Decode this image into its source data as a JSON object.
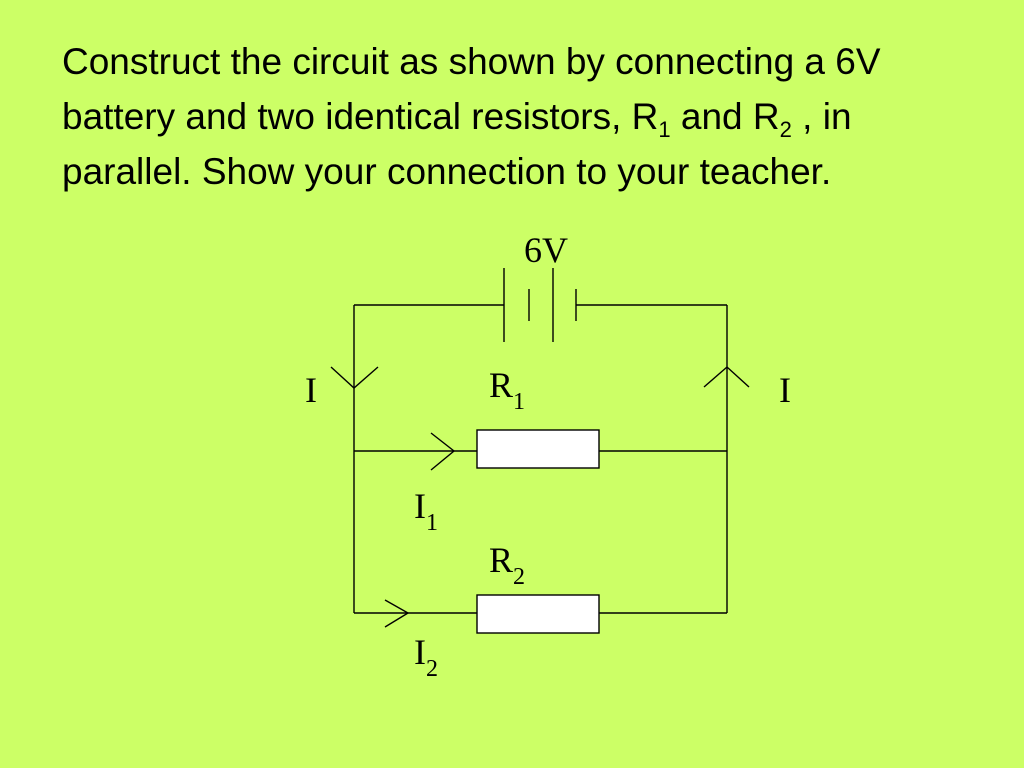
{
  "slide": {
    "instruction_parts": [
      "Construct the circuit as shown by connecting a 6V battery and two identical resistors, R",
      "1",
      " and R",
      "2",
      " , in parallel. Show your connection to your teacher."
    ]
  },
  "circuit": {
    "battery_label": "6V",
    "left_current_label": "I",
    "right_current_label": "I",
    "resistor1": {
      "label": "R",
      "subscript": "1"
    },
    "resistor2": {
      "label": "R",
      "subscript": "2"
    },
    "current1": {
      "label": "I",
      "subscript": "1"
    },
    "current2": {
      "label": "I",
      "subscript": "2"
    }
  },
  "colors": {
    "background": "#ccff66",
    "ink": "#000000",
    "resistor_fill": "#ffffff"
  }
}
